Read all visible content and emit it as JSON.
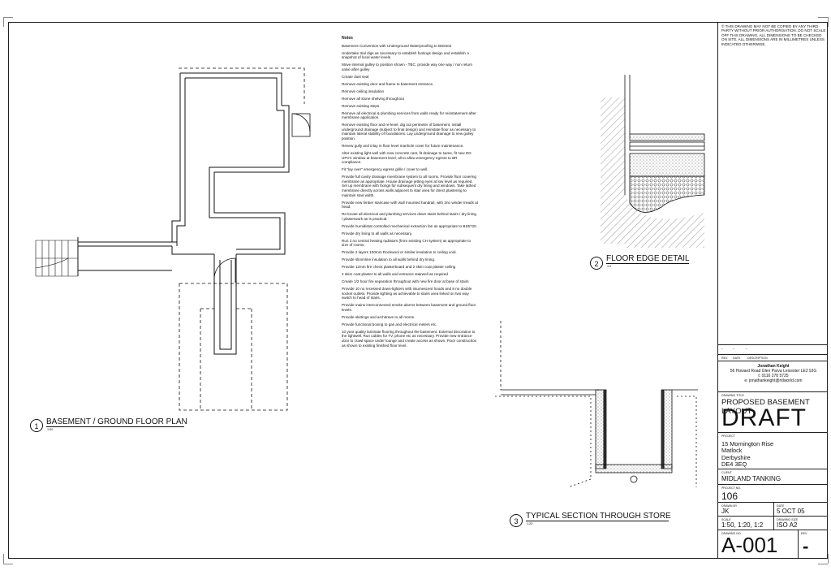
{
  "notes": {
    "heading": "Notes",
    "items": [
      "Basement Conversion with Underground Waterproofing to BS8102",
      "Undertake trial digs as necessary to establish footings design and establish a snapshot of local water levels.",
      "Move internal gulley to position shown - TBC, provide way one way / non return valve after gulley",
      "Create dust seal",
      "Remove existing door and frame to basement entrance.",
      "Remove ceiling insulation",
      "Remove all stone shelving throughout",
      "Remove existing steps",
      "Remove all electrical & plumbing services from walls ready for reinstatement after membrane application.",
      "Remove existing floor and re-level, dig out perimeter of basement, install underground drainage (subject to final design) and reinstate floor as necessary to maintain lateral stability of foundations. Lay underground drainage to new gulley position.",
      "Renew gully and inlay in floor level manhole cover for future maintenance.",
      "Alter existing light well with new concrete cast, fit drainage to same, fit new DG UPVC window at basement level, all to allow emergency egress to BR compliance.",
      "Fit \"lay over\" emergency egress grille / cover to well.",
      "Provide full cavity drainage membrane system to all rooms. Provide floor covering membrane as appropriate. House drainage jetting eyes at low level as required. Set up membrane with fixings for subsequent dry lining and windows. Take lathed membrane directly across walls adjacent to stair area for direct plastering to maintain stair width.",
      "Provide new timber staircase with wall mounted handrail, with 3no winder treads at head.",
      "Re-locate all electrical and plumbing services down stairs behind stairs / dry lining / plasterwork as is practical.",
      "Provide humidistat controlled mechanical extraction fan as appropriate to BS5720.",
      "Provide dry lining to all walls as necessary.",
      "Run 2 no central heating radiators (from existing CH system) as appropriate to size of rooms.",
      "Provide 2 layers 100mm Rockwool or similar insulation to ceiling void.",
      "Provide slimmline insulation to all walls behind dry lining.",
      "Provide 12mm fire check plasterboard and 2 skim coat plaster ceiling",
      "2 skim coat plaster to all walls and entrance stairwell as required",
      "Create 1/2 hour fire separation throughout with new fire door at base of stairs",
      "Provide 10 no recessed down-lighters with intumescent hoods and 8 no double socket outlets. Provide lighting as achievable to stairs area linked on two way switch to head of stairs.",
      "Provide mains interconnected smoke alarms between basement and ground floor levels.",
      "Provide skirtings and architrave to all rooms",
      "Provide functional boxing to gas and electrical meters etc.",
      "10 year quality laminate flooring throughout the basement. External decoration to the lightwell. Run cables for TV, phone etc as necessary. Provide new entrance door to crawl space under lounge and create access as shown. Floor construction as shown to existing finished floor level."
    ]
  },
  "views": {
    "plan": {
      "number": "1",
      "title": "BASEMENT / GROUND FLOOR PLAN",
      "scale": "1:50"
    },
    "edge": {
      "number": "2",
      "title": "FLOOR EDGE DETAIL",
      "scale": "1:2"
    },
    "section": {
      "number": "3",
      "title": "TYPICAL SECTION THROUGH STORE",
      "scale": "1:20"
    }
  },
  "title_block": {
    "copyright": "© THIS DRAWING MAY NOT BE COPIED BY ANY THIRD PARTY WITHOUT PRIOR AUTHORISATION. DO NOT SCALE OFF THIS DRAWING. ALL DIMENSIONS TO BE CHECKED ON SITE. ALL DIMENSIONS ARE IN MILLIMETRES UNLESS INDICATED OTHERWISE.",
    "rev_headers": {
      "rev": "REV.",
      "date": "DATE",
      "description": "DESCRIPTION"
    },
    "rev_blank": "-",
    "owner_name": "Jonathan Keight",
    "owner_address": "56 Howard Road Glen Parva Leicester LE2 9JG",
    "owner_phone": "t: 0116 278 5725",
    "owner_email": "e: jonathankeight@ntlworld.com",
    "drawing_title_label": "DRAWING TITLE",
    "drawing_title": "PROPOSED BASEMENT LAYOUT",
    "status": "DRAFT",
    "project_label": "PROJECT",
    "project_lines": [
      "15 Mornington Rise",
      "Matlock",
      "Derbyshire",
      "DE4 3EQ"
    ],
    "client_label": "CLIENT",
    "client": "MIDLAND TANKING",
    "project_no_label": "PROJECT NO.",
    "project_no": "106",
    "drawn_by_label": "DRAWN BY",
    "drawn_by": "JK",
    "date_label": "DATE",
    "date": "5 OCT 05",
    "scale_label": "SCALE",
    "scale": "1:50, 1:20, 1:2",
    "size_label": "DRAWING SIZE",
    "size": "ISO A2",
    "drawing_no_label": "DRAWING NO.",
    "drawing_no": "A-001",
    "rev_label": "REV",
    "rev": "-"
  }
}
